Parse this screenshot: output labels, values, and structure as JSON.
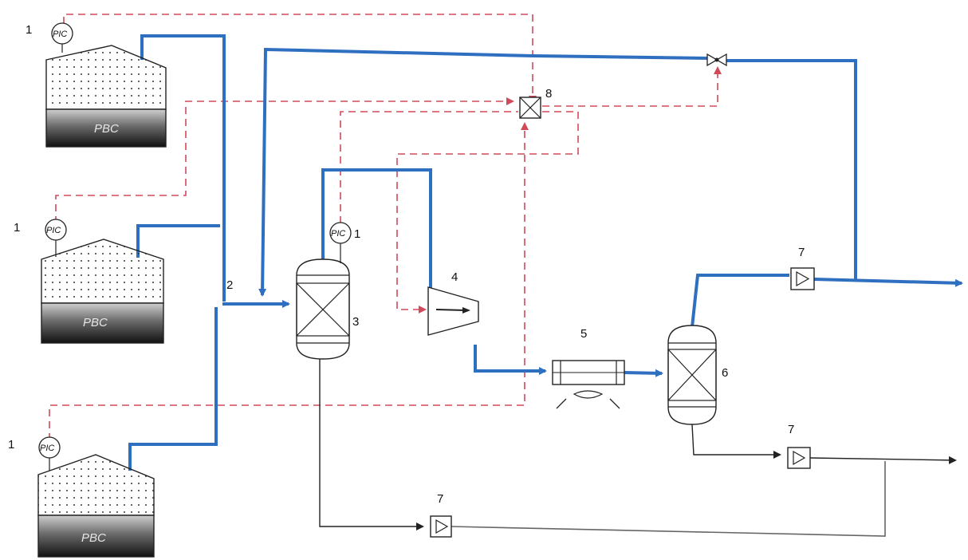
{
  "labels": {
    "pic_tag": "PIC",
    "pbc_tag": "PBC",
    "unit_1": "1",
    "unit_2": "2",
    "unit_3": "3",
    "unit_4": "4",
    "unit_5": "5",
    "unit_6": "6",
    "unit_7": "7",
    "unit_8": "8"
  },
  "colors": {
    "process_line": "#2f6fc0",
    "signal_line": "#d04a5a",
    "liquid_line": "#222222"
  },
  "icons": {
    "pressure_controller": "circle-instrument",
    "digester": "dotted-gas-holder",
    "separator": "packed-column",
    "compressor": "trapezoid-compressor",
    "cooler": "air-cooler-fan",
    "pump": "triangle-pump-box",
    "controller": "square-x-block",
    "valve": "bowtie-valve"
  }
}
